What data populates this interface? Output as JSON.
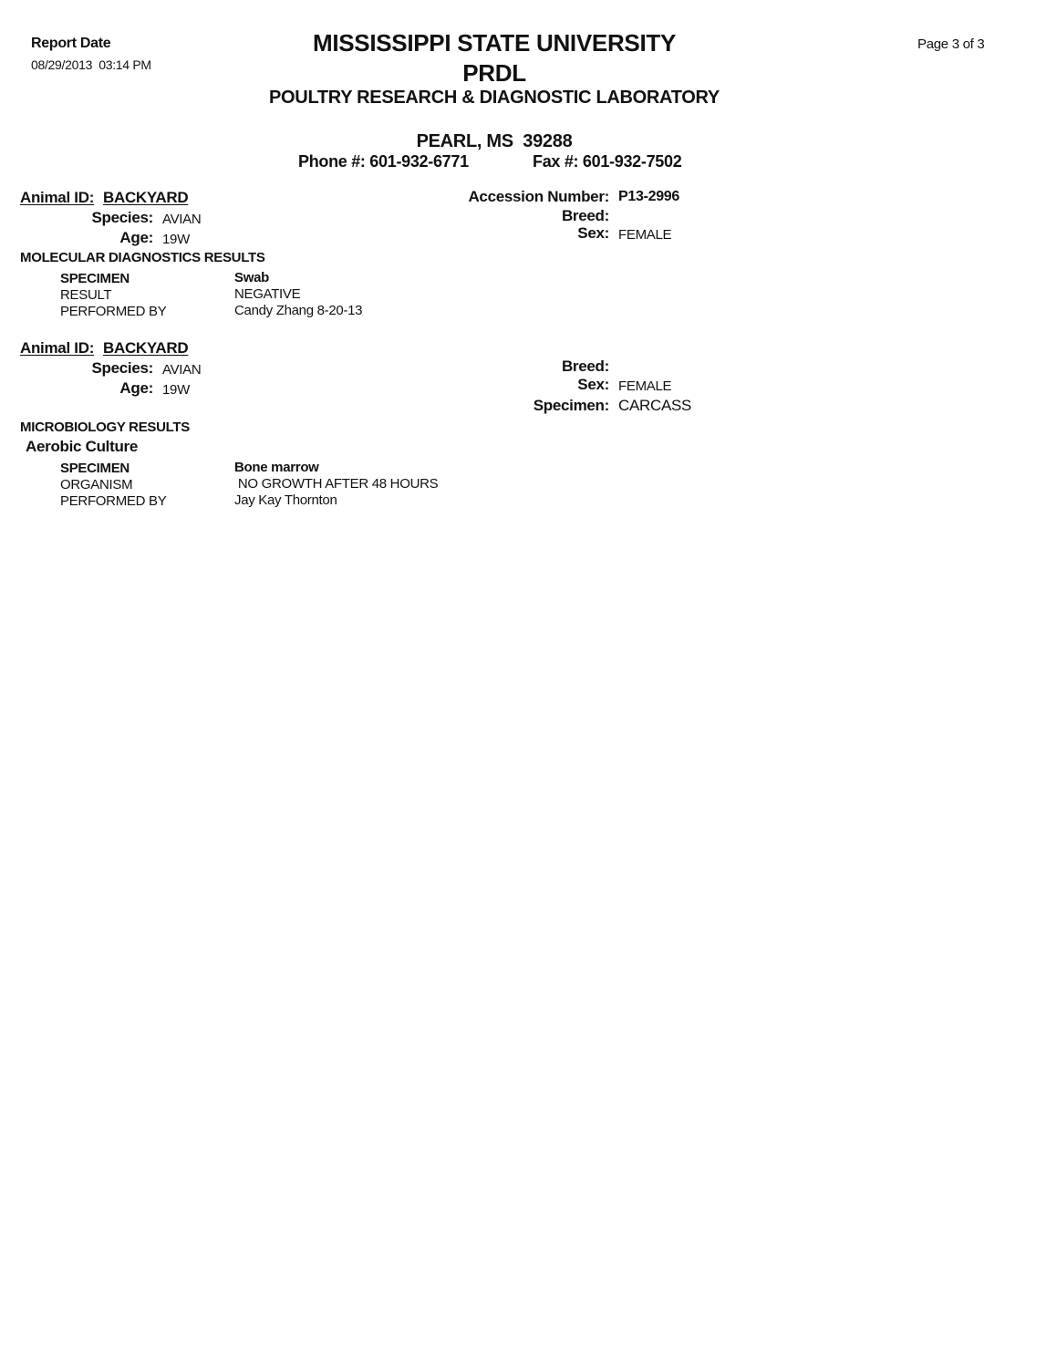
{
  "header": {
    "report_date_label": "Report Date",
    "report_date": "08/29/2013  03:14 PM",
    "university": "MISSISSIPPI STATE UNIVERSITY",
    "lab_short": "PRDL",
    "lab_name": "POULTRY RESEARCH & DIAGNOSTIC LABORATORY",
    "city": "PEARL, MS  39288",
    "phone": "Phone #: 601-932-6771",
    "fax": "Fax #: 601-932-7502",
    "page": "Page 3 of 3"
  },
  "record1": {
    "animal_id_label": "Animal ID:",
    "animal_id": "BACKYARD",
    "species_label": "Species:",
    "species": "AVIAN",
    "age_label": "Age:",
    "age": "19W",
    "accession_label": "Accession Number:",
    "accession": "P13-2996",
    "breed_label": "Breed:",
    "sex_label": "Sex:",
    "sex": "FEMALE",
    "section": "MOLECULAR DIAGNOSTICS RESULTS",
    "rows": [
      {
        "label": "SPECIMEN",
        "value": "Swab"
      },
      {
        "label": "RESULT",
        "value": "NEGATIVE"
      },
      {
        "label": "PERFORMED BY",
        "value": "Candy Zhang 8-20-13"
      }
    ]
  },
  "record2": {
    "animal_id_label": "Animal ID:",
    "animal_id": "BACKYARD",
    "species_label": "Species:",
    "species": "AVIAN",
    "age_label": "Age:",
    "age": "19W",
    "breed_label": "Breed:",
    "sex_label": "Sex:",
    "sex": "FEMALE",
    "specimen_label": "Specimen:",
    "specimen": "CARCASS",
    "section": "MICROBIOLOGY RESULTS",
    "subsection": "Aerobic Culture",
    "rows": [
      {
        "label": "SPECIMEN",
        "value": "Bone marrow"
      },
      {
        "label": "ORGANISM",
        "value": " NO GROWTH AFTER 48 HOURS"
      },
      {
        "label": "PERFORMED BY",
        "value": "Jay Kay Thornton"
      }
    ]
  }
}
